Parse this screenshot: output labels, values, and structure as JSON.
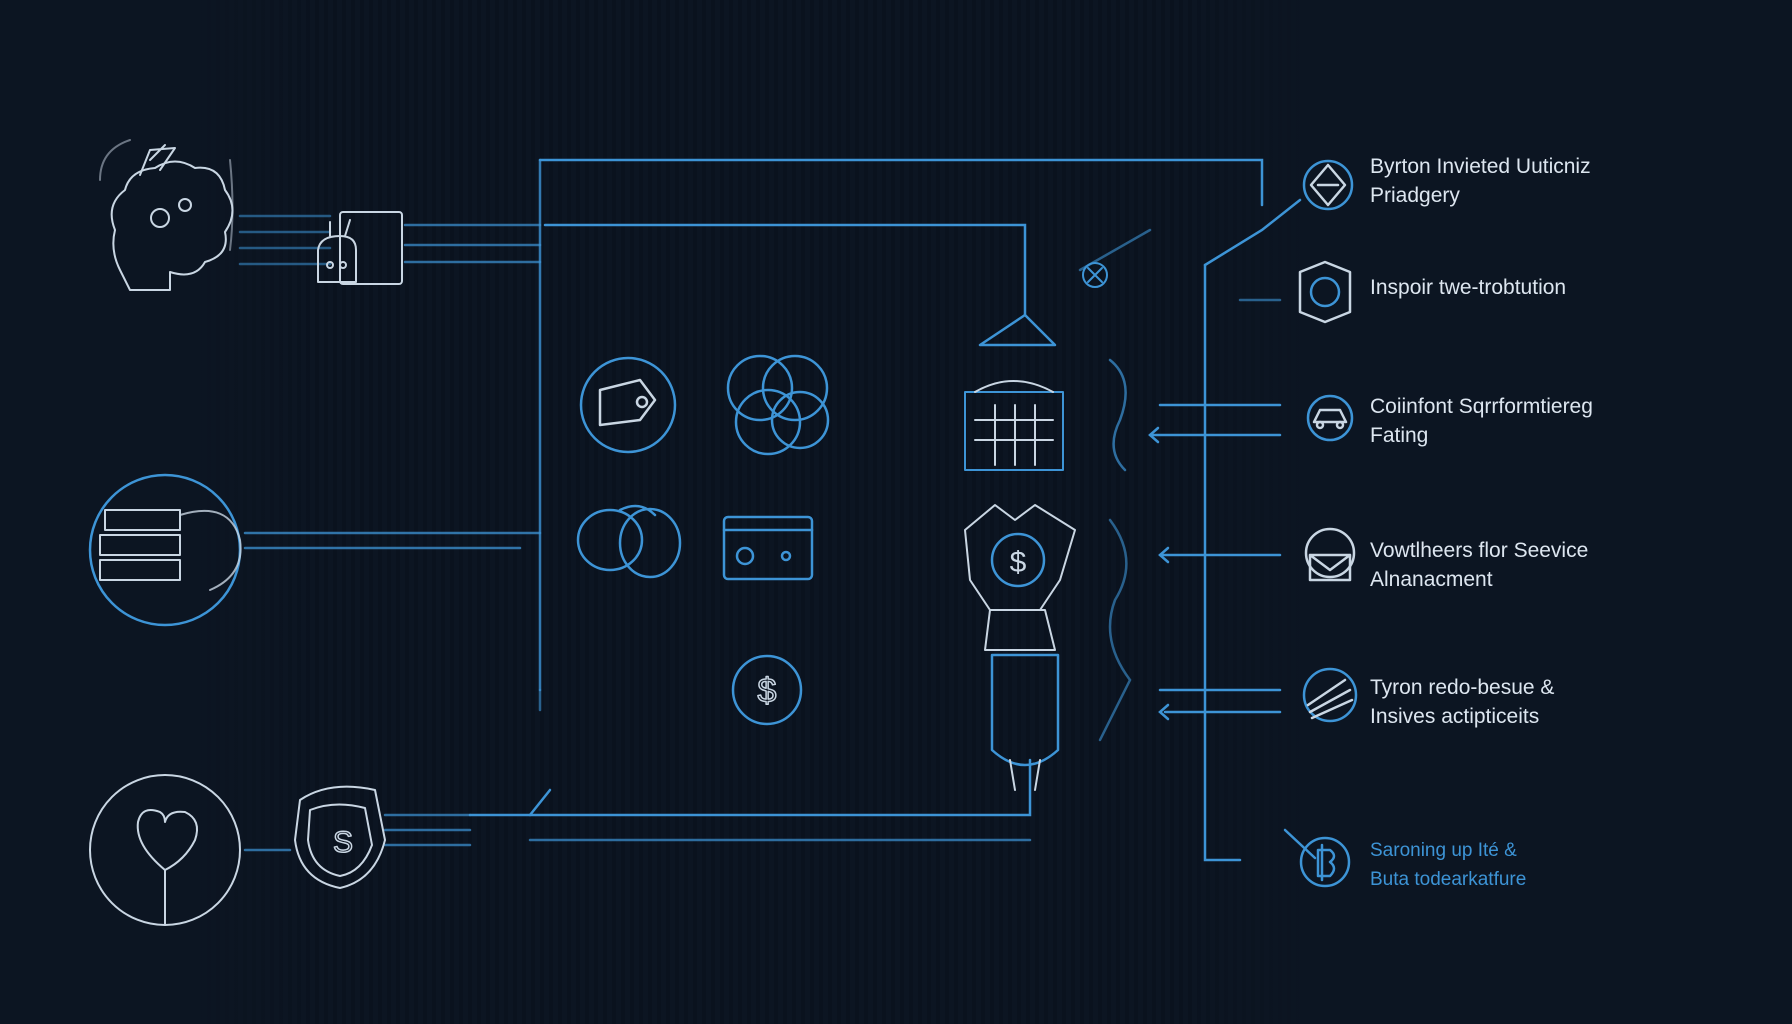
{
  "legend": [
    {
      "line1": "Byrton Invieted Uuticniz",
      "line2": "Priadgery",
      "icon": "diamond-badge-icon"
    },
    {
      "line1": "Inspoir twe-trobtution",
      "line2": "",
      "icon": "hexagon-safe-icon"
    },
    {
      "line1": "Coiinfont Sqrrformtiereg",
      "line2": "Fating",
      "icon": "car-badge-icon"
    },
    {
      "line1": "Vowtlheers flor Seevice",
      "line2": "Alnanacment",
      "icon": "envelope-badge-icon"
    },
    {
      "line1": "Tyron redo-besue &",
      "line2": "Insives actipticeits",
      "icon": "fan-badge-icon"
    },
    {
      "line1": "Saroning up Ité &",
      "line2": "Buta todearkatfure",
      "icon": "coin-badge-icon"
    }
  ],
  "center_coin_glyph": "$",
  "shield_glyph": "S",
  "colors": {
    "background": "#0c1522",
    "stripe": "#0a121d",
    "line": "#3d94d6",
    "sketch": "#c9d6e3",
    "text": "#dde6f0",
    "accent_text": "#3d94d6"
  }
}
